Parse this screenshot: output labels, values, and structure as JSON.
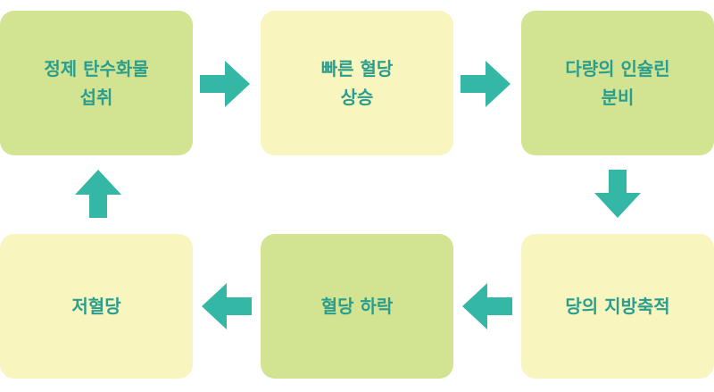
{
  "diagram": {
    "steps": [
      {
        "id": "refined-carb-intake",
        "label": "정제 탄수화물\n섭취"
      },
      {
        "id": "rapid-glucose-rise",
        "label": "빠른 혈당\n상승"
      },
      {
        "id": "excess-insulin",
        "label": "다량의 인슐린\n분비"
      },
      {
        "id": "fat-storage",
        "label": "당의 지방축적"
      },
      {
        "id": "glucose-drop",
        "label": "혈당 하락"
      },
      {
        "id": "hypoglycemia",
        "label": "저혈당"
      }
    ],
    "colors": {
      "green_box": "#d2e392",
      "yellow_box": "#f9f5bf",
      "text": "#2a9e8e",
      "arrow": "#34b7a4"
    }
  }
}
